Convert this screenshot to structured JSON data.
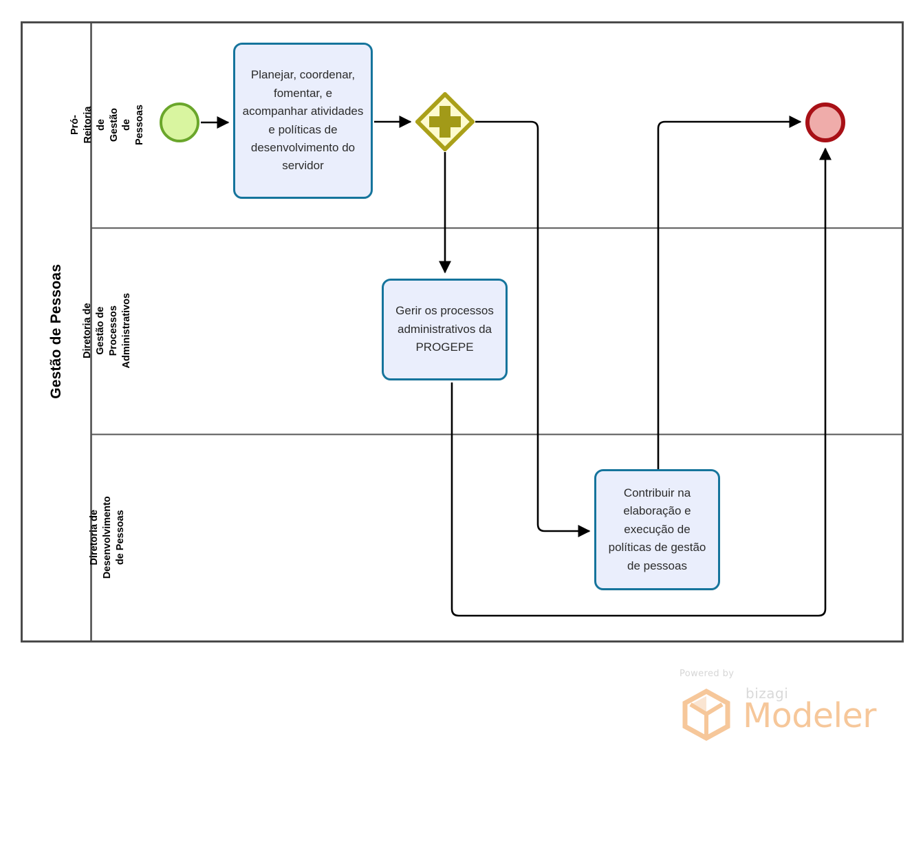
{
  "diagram": {
    "type": "bpmn-process",
    "pool": {
      "name": "Gestão de Pessoas"
    },
    "lanes": [
      {
        "id": "lane-progepe",
        "name": "Pró-Reitoria de Gestão de Pessoas"
      },
      {
        "id": "lane-dgpa",
        "name": "Diretoria de Gestão de Processos Administrativos"
      },
      {
        "id": "lane-ddp",
        "name": "Diretoria de Desenvolvimento de Pessoas"
      }
    ],
    "elements": {
      "start_event": {
        "name": "start-event",
        "label": ""
      },
      "task_planejar": {
        "name": "Planejar, coordenar, fomentar, e acompanhar atividades e políticas de desenvolvimento do servidor"
      },
      "gateway": {
        "name": "parallel-gateway",
        "symbol": "+"
      },
      "task_gerir": {
        "name": "Gerir os processos administrativos da PROGEPE"
      },
      "task_contribuir": {
        "name": "Contribuir na elaboração e execução de políticas de gestão de pessoas"
      },
      "end_event": {
        "name": "end-event",
        "label": ""
      }
    },
    "flows": [
      {
        "from": "start_event",
        "to": "task_planejar"
      },
      {
        "from": "task_planejar",
        "to": "gateway"
      },
      {
        "from": "gateway",
        "to": "task_gerir"
      },
      {
        "from": "gateway",
        "to": "task_contribuir"
      },
      {
        "from": "task_contribuir",
        "to": "end_event"
      },
      {
        "from": "task_gerir",
        "to": "end_event"
      }
    ]
  },
  "watermark": {
    "powered_by": "Powered by",
    "brand": "bizagi",
    "product": "Modeler"
  },
  "colors": {
    "task_fill": "#eaeefc",
    "task_border": "#15749c",
    "start_fill": "#d9f5a0",
    "start_border": "#6aa62b",
    "end_fill": "#efacaa",
    "end_border": "#a81016",
    "gateway_fill": "#fdfbcf",
    "gateway_border": "#aaa019",
    "gateway_symbol": "#a29a18",
    "pool_border": "#4a4a4a",
    "flow_line": "#000000",
    "watermark_orange": "#f6c79a"
  }
}
